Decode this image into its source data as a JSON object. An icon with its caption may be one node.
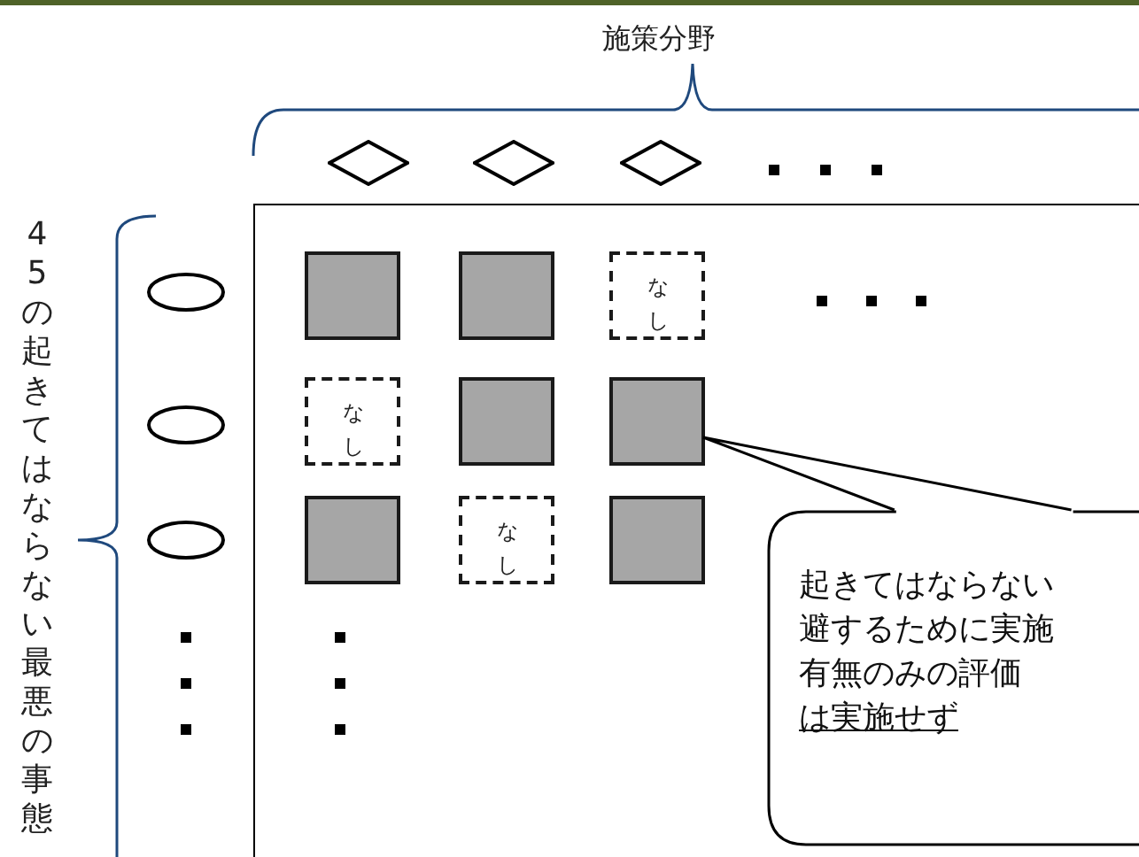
{
  "diagram": {
    "nodes": [
      {
        "text": [],
        "shape": "diamond"
      },
      {
        "text": [],
        "shape": "diamond"
      },
      {
        "text": [],
        "shape": "diamond"
      },
      {
        "text": [],
        "shape": "box"
      },
      {
        "text": [],
        "shape": "ellipse"
      },
      {
        "text": [],
        "shape": "ellipse"
      },
      {
        "text": [],
        "shape": "ellipse"
      },
      {
        "text": [],
        "shape": "box",
        "in": 3
      },
      {
        "text": [],
        "shape": "box",
        "in": 3
      },
      {
        "text": [
          "なし"
        ],
        "in": 3
      },
      {
        "text": [
          "なし"
        ],
        "in": 3
      },
      {
        "text": [],
        "shape": "box",
        "in": 3
      },
      {
        "text": [],
        "shape": "box",
        "in": 3
      },
      {
        "text": [],
        "shape": "box",
        "in": 3
      },
      {
        "text": [
          "なし"
        ],
        "in": 3
      },
      {
        "text": [],
        "shape": "box",
        "in": 3
      },
      {
        "text": [
          "起きてはならない避するために実施有無のみの評価",
          "は実施せず"
        ],
        "in": 3
      }
    ],
    "edges": [
      {
        "from": 16,
        "to": 12,
        "arrow": "none"
      }
    ],
    "labels": [
      "施策分野",
      "45の起きてはならない最悪の事態"
    ]
  }
}
